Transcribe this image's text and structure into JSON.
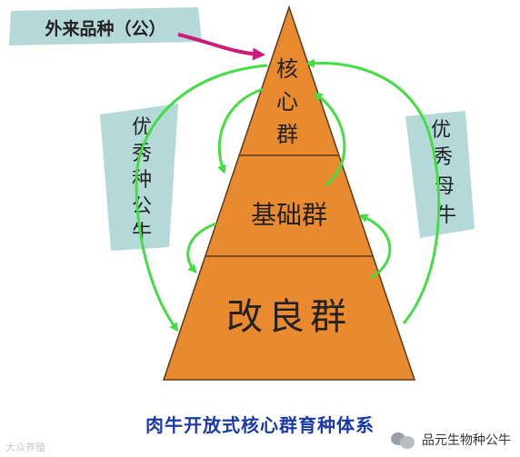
{
  "nodes": {
    "core": [
      "核",
      "心",
      "群"
    ],
    "base": "基础群",
    "improve": "改良群"
  },
  "labels": {
    "foreign_bull": "外来品种（公）",
    "elite_bull": [
      "优",
      "秀",
      "种",
      "公",
      "牛"
    ],
    "elite_cow": [
      "优",
      "秀",
      "母",
      "牛"
    ]
  },
  "caption": "肉牛开放式核心群育种体系",
  "watermark": {
    "left": "大众养殖",
    "right": "品元生物种公牛"
  },
  "colors": {
    "pyramid": "#e98a2e",
    "arrow_green": "#44dd44",
    "arrow_magenta": "#cc1b7a",
    "label_bg": "#b5d8d8",
    "caption": "#1a3aa8"
  }
}
